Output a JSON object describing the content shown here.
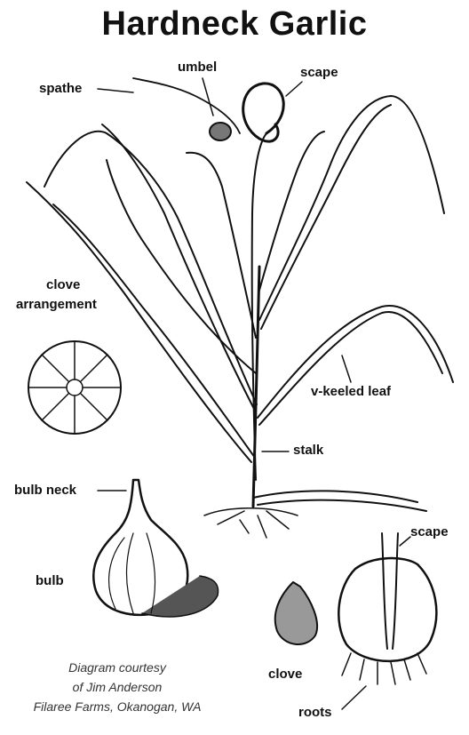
{
  "title": "Hardneck Garlic",
  "labels": {
    "spathe": "spathe",
    "umbel": "umbel",
    "scape_top": "scape",
    "clove_arrangement_1": "clove",
    "clove_arrangement_2": "arrangement",
    "v_keeled_leaf": "v-keeled leaf",
    "stalk": "stalk",
    "bulb_neck": "bulb neck",
    "bulb": "bulb",
    "scape_bottom": "scape",
    "clove": "clove",
    "roots": "roots"
  },
  "credit": {
    "line1": "Diagram courtesy",
    "line2": "of Jim Anderson",
    "line3": "Filaree Farms, Okanogan, WA"
  },
  "colors": {
    "ink": "#111111",
    "shade": "#555555",
    "background": "#ffffff"
  }
}
